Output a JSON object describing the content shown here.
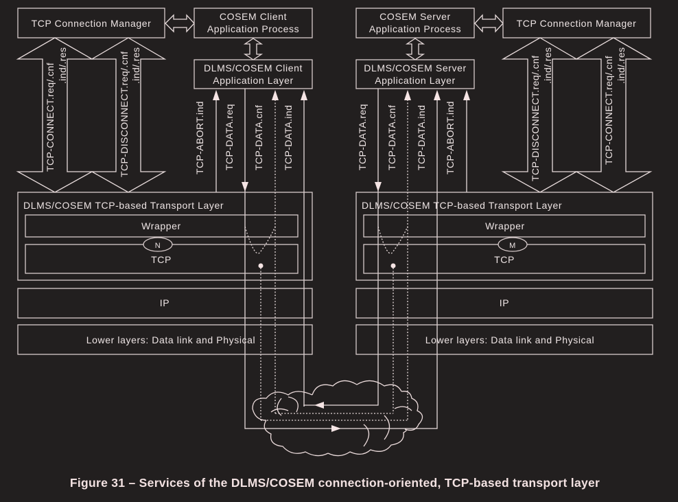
{
  "figure": {
    "caption": "Figure 31 – Services of the DLMS/COSEM connection-oriented, TCP-based transport layer"
  },
  "client": {
    "conn_manager": "TCP Connection Manager",
    "app_process": [
      "COSEM Client",
      "Application Process"
    ],
    "app_layer": [
      "DLMS/COSEM Client",
      "Application Layer"
    ],
    "connect_arrow": [
      "TCP-CONNECT.req/.cnf",
      ".ind/.res"
    ],
    "disconnect_arrow": [
      "TCP-DISCONNECT.req/.cnf",
      ".ind/.res"
    ],
    "services": [
      "TCP-ABORT.ind",
      "TCP-DATA.req",
      "TCP-DATA.cnf",
      "TCP-DATA.ind"
    ],
    "transport_layer": "DLMS/COSEM TCP-based Transport Layer",
    "wrapper": "Wrapper",
    "tcp": "TCP",
    "port": "N",
    "ip": "IP",
    "lower": "Lower layers: Data link and Physical"
  },
  "server": {
    "conn_manager": "TCP Connection Manager",
    "app_process": [
      "COSEM Server",
      "Application Process"
    ],
    "app_layer": [
      "DLMS/COSEM Server",
      "Application Layer"
    ],
    "connect_arrow": [
      "TCP-CONNECT.req/.cnf",
      ".ind/.res"
    ],
    "disconnect_arrow": [
      "TCP-DISCONNECT.req/.cnf",
      ".ind/.res"
    ],
    "services": [
      "TCP-DATA.req",
      "TCP-DATA.cnf",
      "TCP-DATA.ind",
      "TCP-ABORT.ind"
    ],
    "transport_layer": "DLMS/COSEM TCP-based Transport Layer",
    "wrapper": "Wrapper",
    "tcp": "TCP",
    "port": "M",
    "ip": "IP",
    "lower": "Lower layers: Data link and Physical"
  },
  "colors": {
    "background": "#221f1f",
    "line": "#d8cccc",
    "arrowhead": "#f5e4e4"
  }
}
